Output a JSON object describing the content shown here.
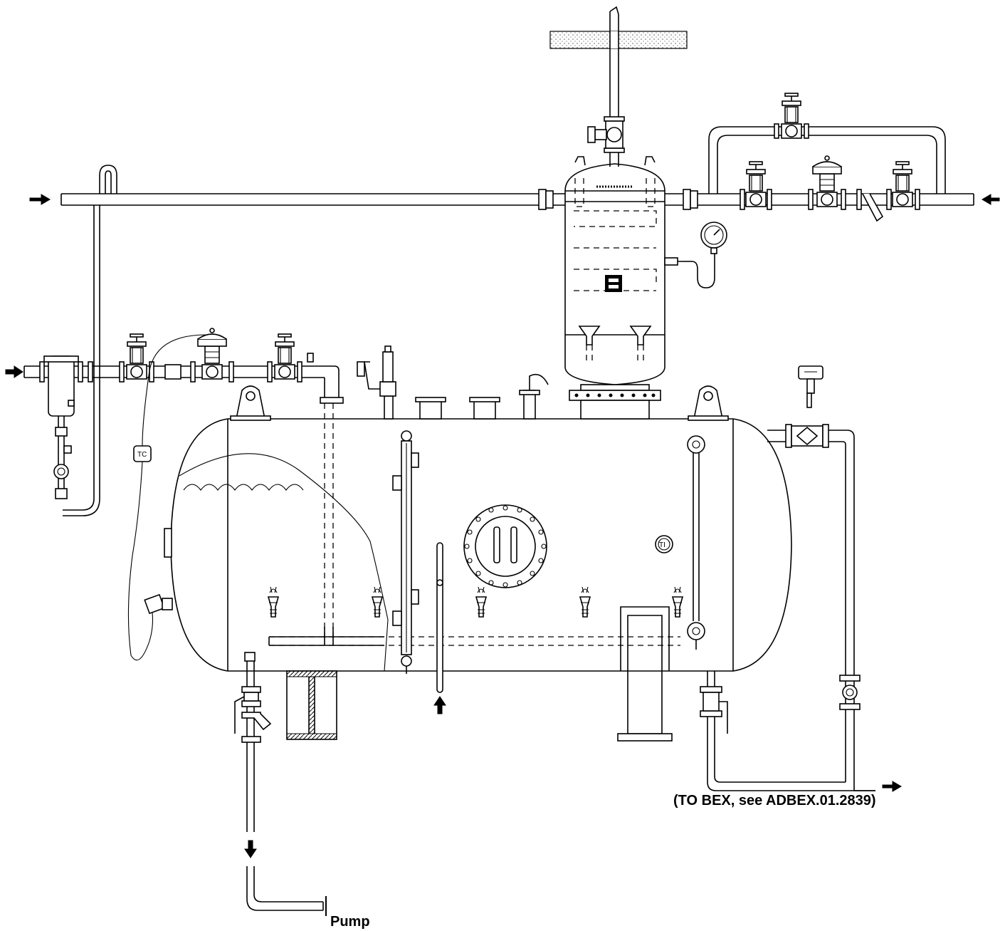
{
  "labels": {
    "pump": "Pump",
    "to_bex": "(TO BEX, see ADBEX.01.2839)",
    "tc_tag": "TC",
    "ti_tag": "TI"
  }
}
